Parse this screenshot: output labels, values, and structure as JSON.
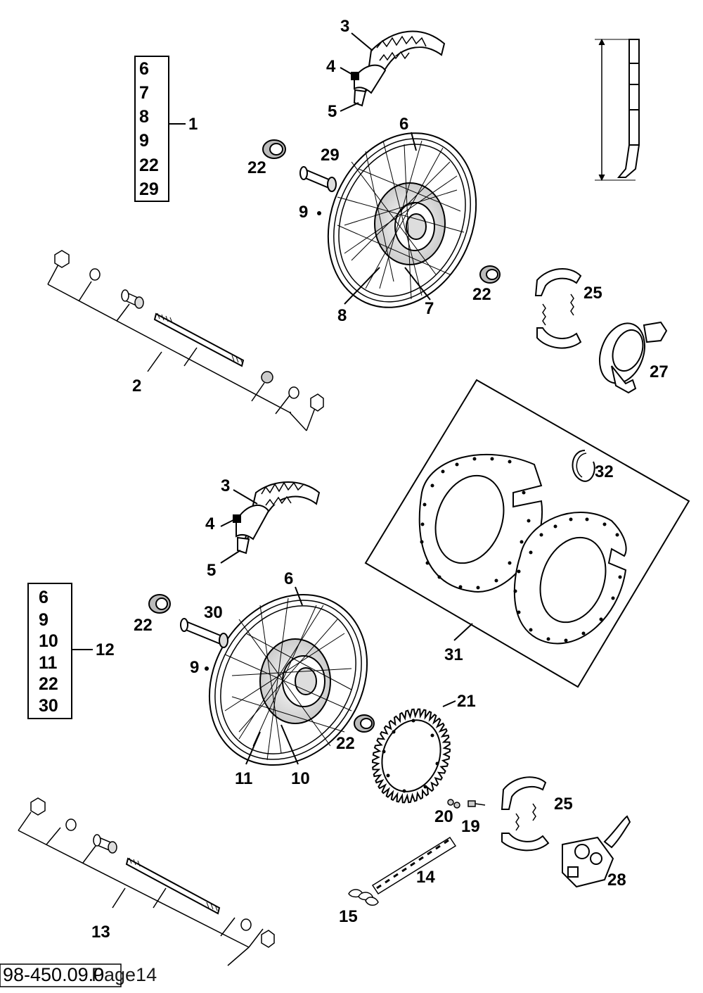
{
  "front_group": {
    "items": [
      "6",
      "7",
      "8",
      "9",
      "22",
      "29"
    ],
    "label": "1"
  },
  "rear_group": {
    "items": [
      "6",
      "9",
      "10",
      "11",
      "22",
      "30"
    ],
    "label": "12"
  },
  "callouts": {
    "front_tire": "3",
    "front_valve": "4",
    "front_tube": "5",
    "front_rim": "6",
    "front_spoke_nipple": "7",
    "front_spoke": "8",
    "front_nipple_small": "9",
    "front_bearing_left": "22",
    "front_spacer": "29",
    "front_bearing_right": "22",
    "front_brake_shoes": "25",
    "front_brake_plate": "27",
    "front_axle": "2",
    "rear_tire": "3",
    "rear_valve": "4",
    "rear_tube": "5",
    "rear_rim": "6",
    "rear_bearing_left": "22",
    "rear_spacer": "30",
    "rear_nipple_small": "9",
    "rear_spoke_a": "11",
    "rear_spoke_b": "10",
    "rear_bearing_right": "22",
    "gaskets": "31",
    "circlip": "32",
    "sprocket": "21",
    "sprocket_nut": "20",
    "sprocket_bolt": "19",
    "chain": "14",
    "chain_link": "15",
    "rear_brake_shoes": "25",
    "rear_brake_plate": "28",
    "rear_axle": "13"
  },
  "footer": {
    "code": "98-450.09.0",
    "page": "Page14"
  }
}
